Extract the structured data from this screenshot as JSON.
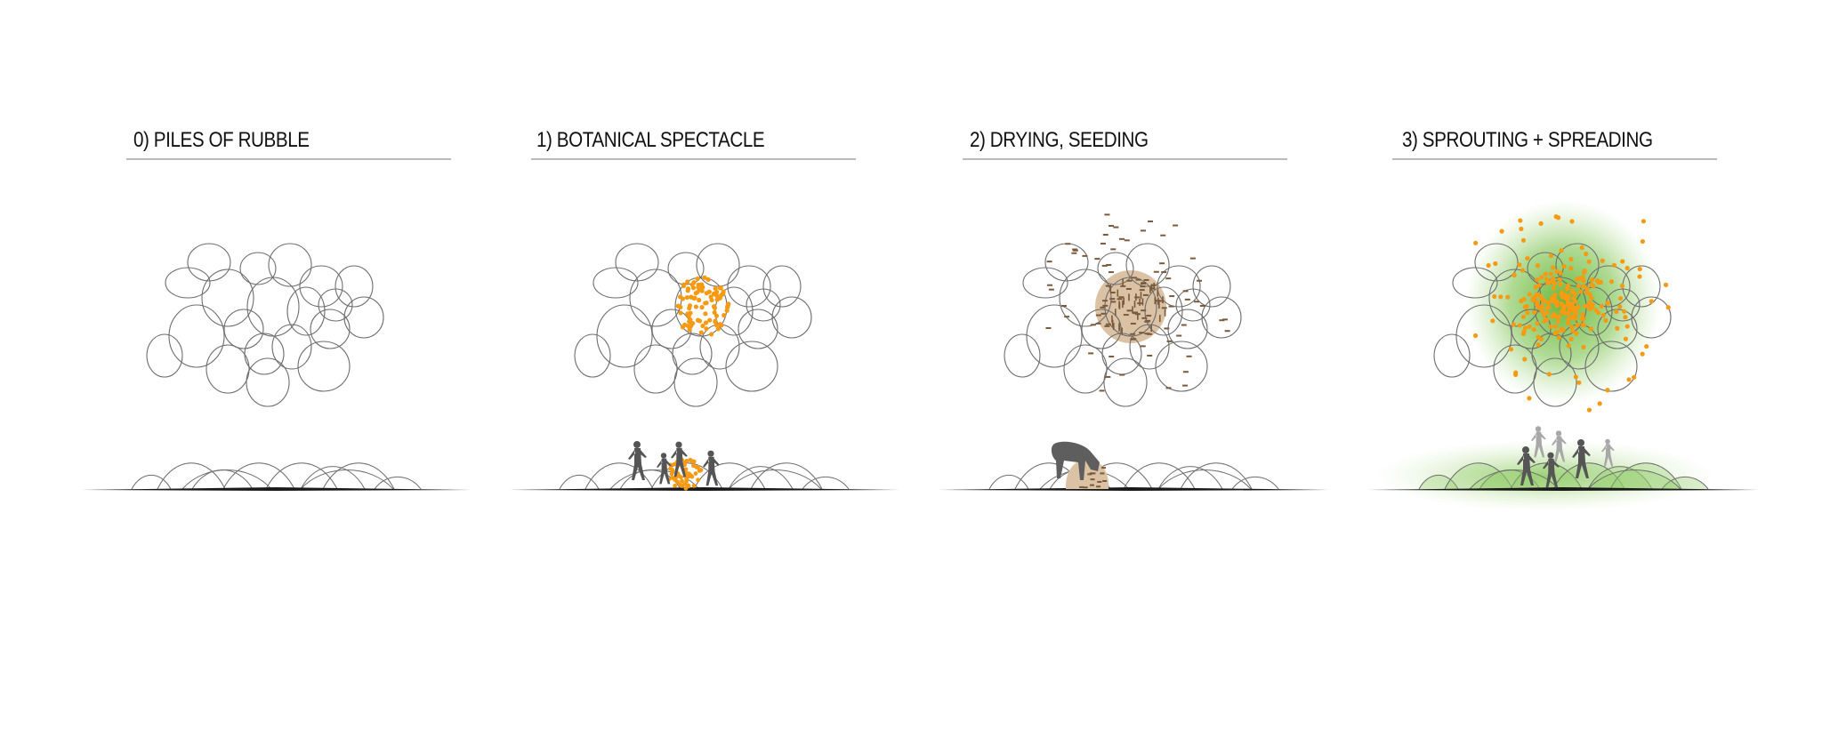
{
  "panels": [
    {
      "title": "0) PILES OF RUBBLE"
    },
    {
      "title": "1) BOTANICAL SPECTACLE"
    },
    {
      "title": "2) DRYING, SEEDING"
    },
    {
      "title": "3) SPROUTING + SPREADING"
    }
  ],
  "colors": {
    "outline": "#6e6e6e",
    "ground": "#1a1a1a",
    "seed_orange": "#f59a12",
    "dry_tan": "#dcc2a4",
    "seed_brown": "#7a5a3c",
    "sprout_green": "#7cc24e",
    "silhouette": "#555555",
    "silhouette_light": "#a8a8a8"
  }
}
